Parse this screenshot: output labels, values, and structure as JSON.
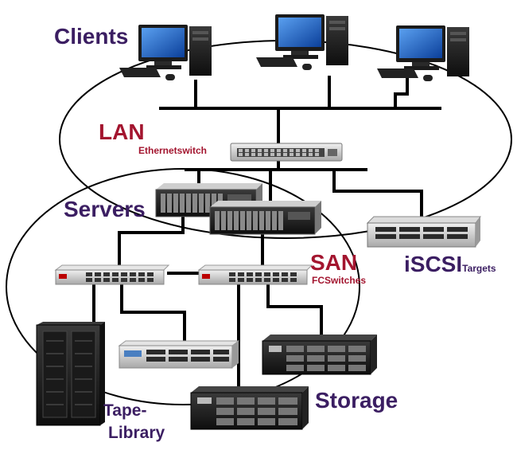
{
  "labels": {
    "clients": "Clients",
    "lan": "LAN",
    "lan_sub": "Ethernetswitch",
    "servers": "Servers",
    "san": "SAN",
    "san_sub": "FCSwitches",
    "iscsi": "iSCSI",
    "iscsi_sub": "Targets",
    "storage": "Storage",
    "tape_line1": "Tape-",
    "tape_line2": "Library"
  },
  "colors": {
    "purple_text": "#3b1e62",
    "red_text": "#a3152f",
    "line": "#000000",
    "monitor_screen": "#1a64c8",
    "device_dark": "#1b1b1b",
    "device_light": "#d8d8d8"
  },
  "nodes": {
    "clients": [
      "desktop-computer-icon",
      "desktop-computer-icon",
      "desktop-computer-icon"
    ],
    "lan_switch": "ethernet-switch-icon",
    "servers": [
      "rack-server-icon",
      "rack-server-icon"
    ],
    "iscsi_target": "iscsi-storage-array-icon",
    "fc_switches": [
      "fc-switch-icon",
      "fc-switch-icon"
    ],
    "tape_library": "tape-library-icon",
    "storage": [
      "storage-array-icon",
      "storage-array-icon",
      "storage-array-icon"
    ]
  }
}
